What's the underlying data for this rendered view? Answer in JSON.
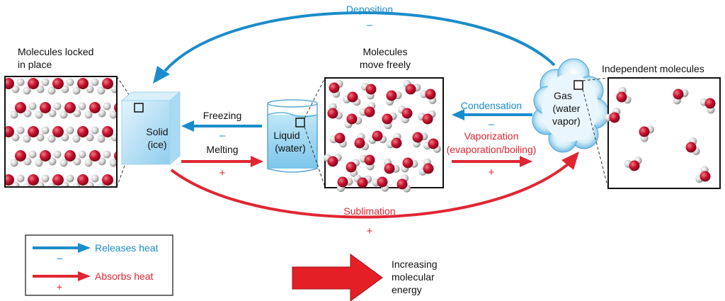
{
  "deposition": {
    "label": "Deposition",
    "sign": "–"
  },
  "sublimation": {
    "label": "Sublimation",
    "sign": "+"
  },
  "freezing": {
    "label": "Freezing",
    "sign": "–"
  },
  "melting": {
    "label": "Melting",
    "sign": "+"
  },
  "condensation": {
    "label": "Condensation",
    "sign": "–"
  },
  "vaporization": {
    "label_line1": "Vaporization",
    "label_line2": "(evaporation/boiling)",
    "sign": "+"
  },
  "solid": {
    "caption_line1": "Molecules locked",
    "caption_line2": "in place",
    "label_line1": "Solid",
    "label_line2": "(ice)"
  },
  "liquid": {
    "caption_line1": "Molecules",
    "caption_line2": "move freely",
    "label_line1": "Liquid",
    "label_line2": "(water)"
  },
  "gas": {
    "caption": "Independent molecules",
    "label_line1": "Gas",
    "label_line2": "(water",
    "label_line3": "vapor)"
  },
  "legend": {
    "releases": {
      "label": "Releases heat",
      "sign": "–"
    },
    "absorbs": {
      "label": "Absorbs heat",
      "sign": "+"
    }
  },
  "energy": {
    "line1": "Increasing",
    "line2": "molecular",
    "line3": "energy"
  },
  "colors": {
    "release": "#1b8ccb",
    "absorb": "#e02632",
    "oxygen": "#c8102e",
    "hydrogen": "#c9c9c9",
    "ice": "#bfe3f5"
  }
}
